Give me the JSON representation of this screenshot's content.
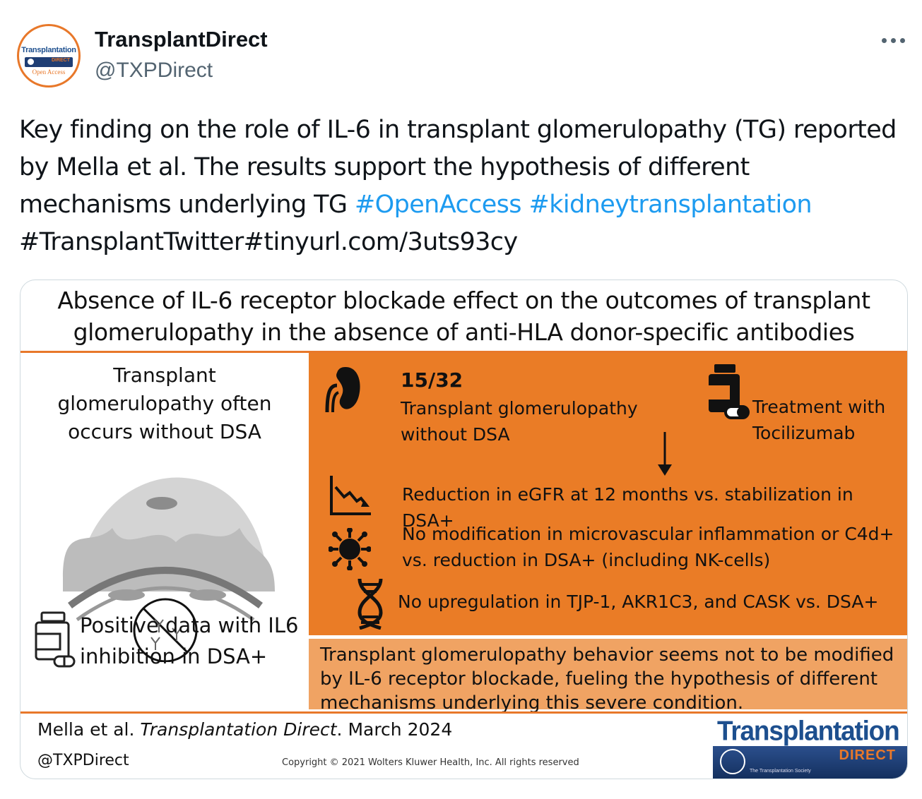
{
  "tweet": {
    "display_name": "TransplantDirect",
    "handle": "@TXPDirect",
    "avatar": {
      "top_text": "Transplantation",
      "band_text": "DIRECT",
      "bottom_text": "Open Access"
    },
    "text": {
      "line1": "Key finding on the role of IL-6 in transplant glomerulopathy (TG) reported",
      "line2": "by Mella et al. The results support the hypothesis of different",
      "line3_plain": "mechanisms underlying TG ",
      "hashtag_openaccess": "#OpenAccess",
      "hashtag_kidney": "#kidneytransplantation",
      "line4": "#TransplantTwitter#tinyurl.com/3uts93cy"
    },
    "more_icon": "more-horizontal-icon"
  },
  "infographic": {
    "title_line1": "Absence of IL-6 receptor blockade effect on the outcomes of transplant",
    "title_line2": "glomerulopathy in the absence of anti-HLA donor-specific antibodies",
    "left": {
      "title_line1": "Transplant",
      "title_line2": "glomerulopathy often",
      "title_line3": "occurs without DSA",
      "note_line1": "Positive data with IL6",
      "note_line2": "inhibition in DSA+"
    },
    "stat": {
      "value": "15/32",
      "label_line1": "Transplant glomerulopathy",
      "label_line2": "without DSA"
    },
    "treatment": {
      "line1": "Treatment with",
      "line2": "Tocilizumab"
    },
    "findings": {
      "egfr": "Reduction in eGFR at 12 months vs. stabilization in DSA+",
      "inflammation_line1": "No modification in microvascular inflammation or C4d+",
      "inflammation_line2": "vs. reduction in DSA+ (including NK-cells)",
      "genes": "No upregulation in TJP-1, AKR1C3, and CASK vs. DSA+"
    },
    "conclusion": {
      "line1": "Transplant glomerulopathy behavior seems not to be modified",
      "line2": "by IL-6 receptor blockade, fueling the hypothesis of different",
      "line3": "mechanisms underlying this severe condition."
    },
    "citation": {
      "authors": "Mella et al. ",
      "journal": "Transplantation Direct",
      "date": ". March 2024",
      "handle": "@TXPDirect",
      "copyright": "Copyright © 2021  Wolters Kluwer Health, Inc. All rights reserved"
    },
    "logo": {
      "wordmark": "Transplantation",
      "band": "DIRECT",
      "society": "The Transplantation Society"
    },
    "colors": {
      "orange": "#ea7c26",
      "light_orange": "#f0a363",
      "link_blue": "#1d9bf0",
      "logo_blue": "#1d4f8e"
    }
  }
}
